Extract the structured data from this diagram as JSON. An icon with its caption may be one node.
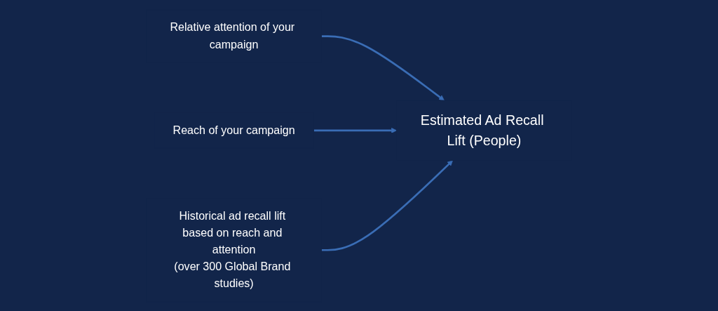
{
  "diagram": {
    "nodes": [
      {
        "text": [
          "Relative attention of your campaign"
        ]
      },
      {
        "text": [
          "Reach of your campaign"
        ]
      },
      {
        "text": [
          "Estimated Ad Recall Lift (People)"
        ]
      },
      {
        "text": [
          "Historical ad recall lift based on reach and attention",
          "(over 300 Global Brand studies)"
        ]
      }
    ],
    "edges": [
      {
        "from": 0,
        "to": 2,
        "arrow": "to"
      },
      {
        "from": 1,
        "to": 2,
        "arrow": "to"
      },
      {
        "from": 3,
        "to": 2,
        "arrow": "to"
      }
    ]
  }
}
